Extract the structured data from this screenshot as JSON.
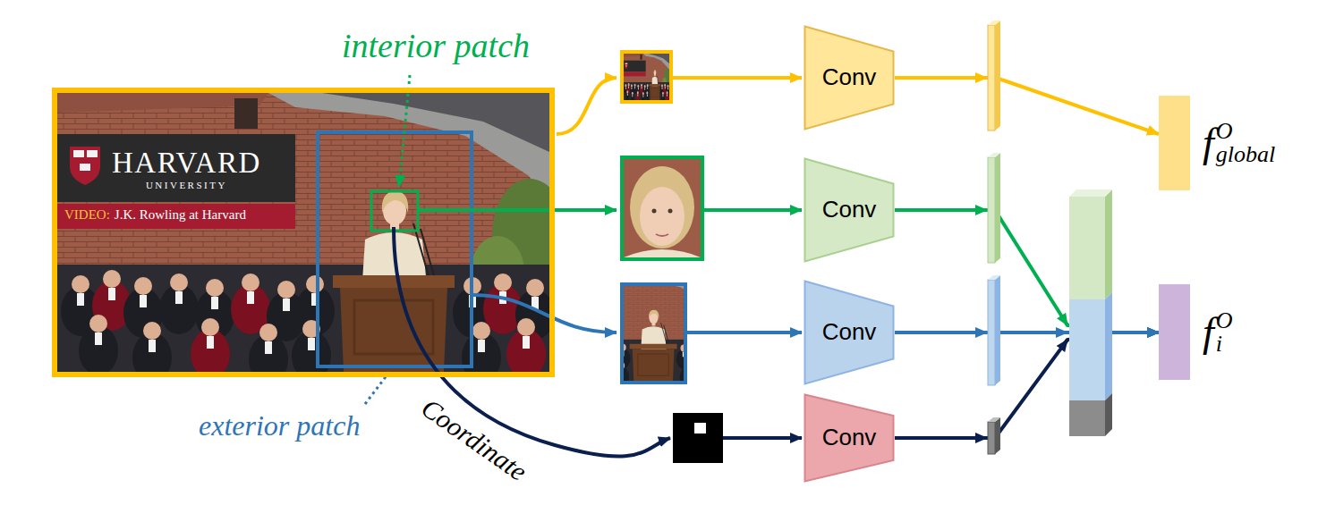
{
  "diagram": {
    "nodes": [
      {
        "text": [
          "HARVARD",
          "UNIVERSITY",
          "VIDEO:",
          "J.K. Rowling at Harvard"
        ]
      },
      {
        "text": [
          "Conv"
        ]
      },
      {
        "text": [
          "Conv"
        ]
      },
      {
        "text": [
          "Conv"
        ]
      },
      {
        "text": [
          "Conv"
        ]
      },
      {
        "text": [
          "f",
          "O",
          "global"
        ]
      },
      {
        "text": [
          "f",
          "O",
          "i"
        ]
      }
    ],
    "edges": [
      {
        "from": 1,
        "to": 5,
        "arrow": "to"
      },
      {
        "from": 2,
        "to": 6,
        "arrow": "to"
      },
      {
        "from": 3,
        "to": 6,
        "arrow": "to"
      },
      {
        "from": 4,
        "to": 6,
        "arrow": "to"
      }
    ],
    "labels": [
      "interior patch",
      "exterior patch",
      "Coordinate"
    ]
  }
}
